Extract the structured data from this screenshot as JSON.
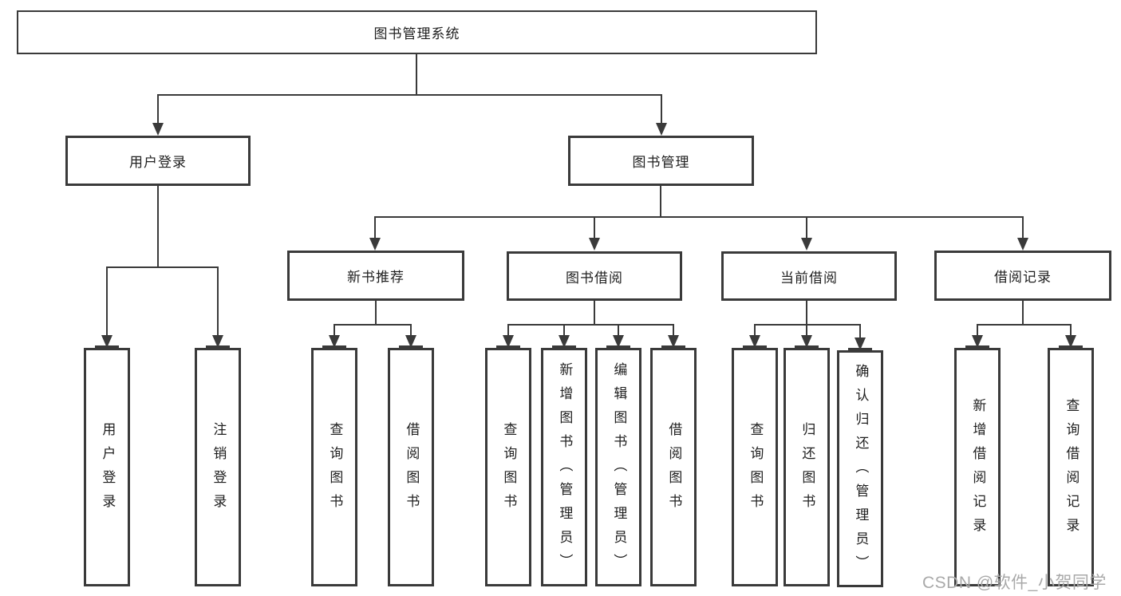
{
  "diagram": {
    "title": "图书管理系统",
    "branches": [
      {
        "label": "用户登录",
        "children": [
          {
            "label": "用户登录"
          },
          {
            "label": "注销登录"
          }
        ]
      },
      {
        "label": "图书管理",
        "children": [
          {
            "label": "新书推荐",
            "children": [
              {
                "label": "查询图书"
              },
              {
                "label": "借阅图书"
              }
            ]
          },
          {
            "label": "图书借阅",
            "children": [
              {
                "label": "查询图书"
              },
              {
                "label": "新增图书（管理员）"
              },
              {
                "label": "编辑图书（管理员）"
              },
              {
                "label": "借阅图书"
              }
            ]
          },
          {
            "label": "当前借阅",
            "children": [
              {
                "label": "查询图书"
              },
              {
                "label": "归还图书"
              },
              {
                "label": "确认归还（管理员）"
              }
            ]
          },
          {
            "label": "借阅记录",
            "children": [
              {
                "label": "新增借阅记录"
              },
              {
                "label": "查询借阅记录"
              }
            ]
          }
        ]
      }
    ]
  },
  "watermark": {
    "text": "CSDN @软件_小贺同学"
  },
  "colors": {
    "line": "#3a3a3a",
    "text": "#1f1f1f",
    "watermark": "#a9a9a9",
    "background": "#ffffff"
  }
}
